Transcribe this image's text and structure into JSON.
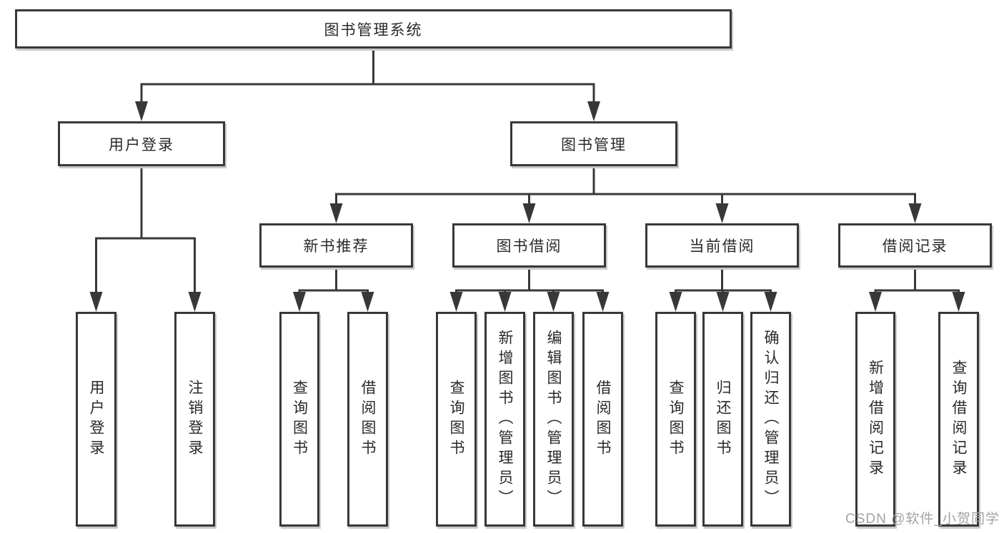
{
  "diagram": {
    "root": {
      "label": "图书管理系统"
    },
    "level2": [
      {
        "label": "用户登录"
      },
      {
        "label": "图书管理"
      }
    ],
    "level3": [
      {
        "label": "新书推荐"
      },
      {
        "label": "图书借阅"
      },
      {
        "label": "当前借阅"
      },
      {
        "label": "借阅记录"
      }
    ],
    "leaves": {
      "user_login": [
        {
          "label": "用户登录"
        },
        {
          "label": "注销登录"
        }
      ],
      "new_book": [
        {
          "label": "查询图书"
        },
        {
          "label": "借阅图书"
        }
      ],
      "book_borrow": [
        {
          "label": "查询图书"
        },
        {
          "label": "新增图书（管理员）"
        },
        {
          "label": "编辑图书（管理员）"
        },
        {
          "label": "借阅图书"
        }
      ],
      "current_borrow": [
        {
          "label": "查询图书"
        },
        {
          "label": "归还图书"
        },
        {
          "label": "确认归还（管理员）"
        }
      ],
      "borrow_records": [
        {
          "label": "新增借阅记录"
        },
        {
          "label": "查询借阅记录"
        }
      ]
    },
    "watermark": "CSDN @软件_小贺同学",
    "colors": {
      "line": "#383838",
      "text": "#2a2a2a",
      "box_background": "#ffffff",
      "watermark": "#a3a3a3",
      "background": "#ffffff"
    }
  }
}
